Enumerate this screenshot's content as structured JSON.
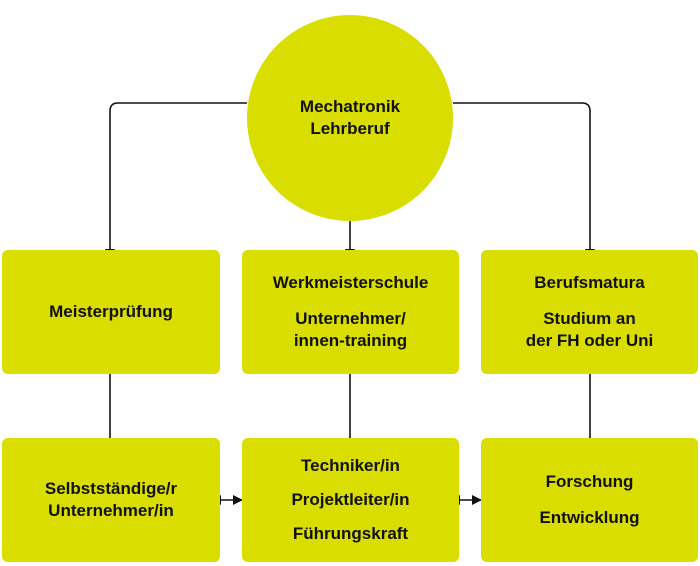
{
  "root": {
    "line1": "Mechatronik",
    "line2": "Lehrberuf"
  },
  "level1": [
    {
      "lines": [
        "Meisterprüfung"
      ]
    },
    {
      "title": "Werkmeisterschule",
      "lines": [
        "Unternehmer/",
        "innen-training"
      ]
    },
    {
      "title": "Berufsmatura",
      "lines": [
        "Studium an",
        "der FH oder Uni"
      ]
    }
  ],
  "level2": [
    {
      "lines": [
        "Selbstständige/r",
        "Unternehmer/in"
      ]
    },
    {
      "lines": [
        "Techniker/in",
        "Projektleiter/in",
        "Führungskraft"
      ]
    },
    {
      "lines": [
        "Forschung",
        "Entwicklung"
      ]
    }
  ],
  "colors": {
    "node_fill": "#dadd00",
    "connector": "#111111"
  }
}
